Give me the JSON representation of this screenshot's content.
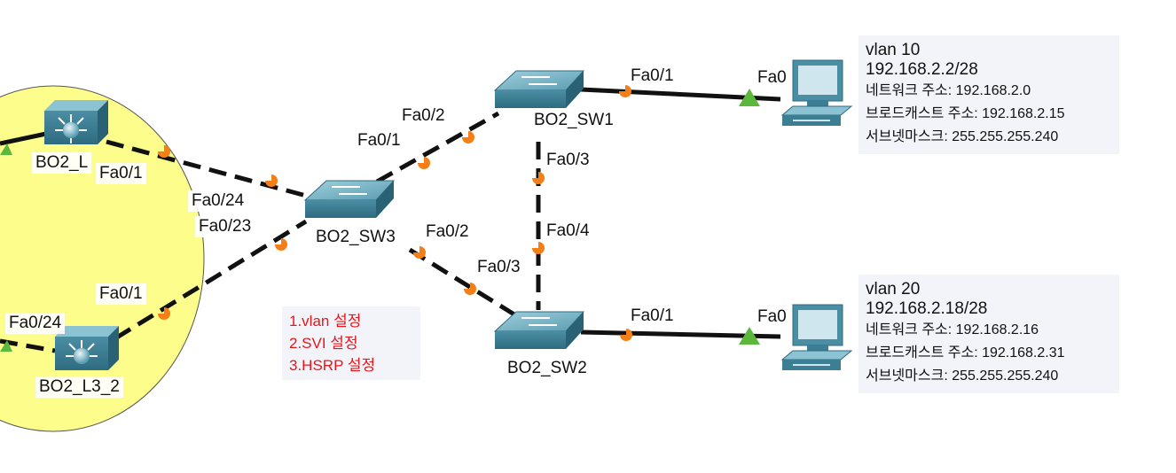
{
  "devices": {
    "l3_1": "BO2_L",
    "l3_2": "BO2_L3_2",
    "sw1": "BO2_SW1",
    "sw2": "BO2_SW2",
    "sw3": "BO2_SW3"
  },
  "ports": {
    "l3_1_fa01": "Fa0/1",
    "sw3_fa024": "Fa0/24",
    "sw3_fa023": "Fa0/23",
    "l3_2_fa01": "Fa0/1",
    "l3_2_fa024": "Fa0/24",
    "sw3_fa01": "Fa0/1",
    "sw1_fa02": "Fa0/2",
    "sw3_fa02": "Fa0/2",
    "sw2_fa03": "Fa0/3",
    "sw1_fa03": "Fa0/3",
    "sw2_fa04": "Fa0/4",
    "sw1_fa01": "Fa0/1",
    "pc1_fa0": "Fa0",
    "sw2_fa01": "Fa0/1",
    "pc2_fa0": "Fa0"
  },
  "info1": {
    "vlan": "vlan 10",
    "ip": "192.168.2.2/28",
    "network": "네트워크 주소: 192.168.2.0",
    "broadcast": "브로드캐스트 주소: 192.168.2.15",
    "mask": "서브넷마스크: 255.255.255.240"
  },
  "info2": {
    "vlan": "vlan 20",
    "ip": "192.168.2.18/28",
    "network": "네트워크 주소: 192.168.2.16",
    "broadcast": "브로드캐스트 주소: 192.168.2.31",
    "mask": "서브넷마스크: 255.255.255.240"
  },
  "notes": [
    "1.vlan 설정",
    "2.SVI 설정",
    "3.HSRP 설정"
  ],
  "colors": {
    "area_fill": "#fdfd8c",
    "device_teal": "#4a8ea4",
    "port_down": "#f57f17",
    "port_up": "#5cb83c",
    "note_text": "#e8161b",
    "info_bg": "#f3f4f9"
  },
  "icons": [
    "l3-switch-icon",
    "switch-icon",
    "pc-icon"
  ]
}
